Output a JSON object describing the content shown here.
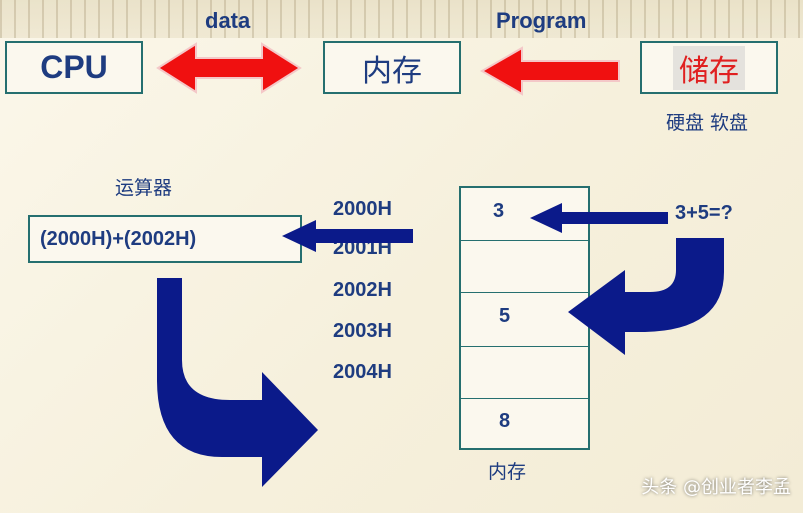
{
  "top": {
    "data_label": "data",
    "program_label": "Program"
  },
  "boxes": {
    "cpu": "CPU",
    "memory": "内存",
    "storage": "储存"
  },
  "storage_caption": "硬盘 软盘",
  "alu": {
    "title": "运算器",
    "expression": "(2000H)+(2002H)"
  },
  "addresses": [
    "2000H",
    "2001H",
    "2002H",
    "2003H",
    "2004H"
  ],
  "memory_cells": [
    "3",
    "",
    "5",
    "",
    "8"
  ],
  "memory_caption": "内存",
  "question": "3+5=?",
  "watermark": "头条 @创业者李孟",
  "colors": {
    "red_arrow": "#f01010",
    "blue_arrow": "#0b1a8a",
    "box_border": "#256f6f",
    "text": "#1e3c80"
  }
}
